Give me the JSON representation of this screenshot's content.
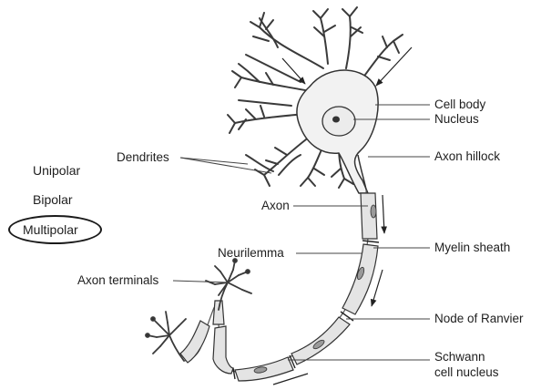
{
  "neuron_types": {
    "unipolar": "Unipolar",
    "bipolar": "Bipolar",
    "multipolar": "Multipolar",
    "circled": "multipolar"
  },
  "labels": {
    "cell_body": "Cell body",
    "nucleus": "Nucleus",
    "dendrites": "Dendrites",
    "axon_hillock": "Axon hillock",
    "axon": "Axon",
    "neurilemma": "Neurilemma",
    "myelin_sheath": "Myelin sheath",
    "axon_terminals": "Axon terminals",
    "node_of_ranvier": "Node of Ranvier",
    "schwann_line1": "Schwann",
    "schwann_line2": "cell nucleus"
  },
  "colors": {
    "line": "#333333",
    "myelin_fill": "#e4e4e4",
    "body_fill": "#f2f2f2"
  }
}
